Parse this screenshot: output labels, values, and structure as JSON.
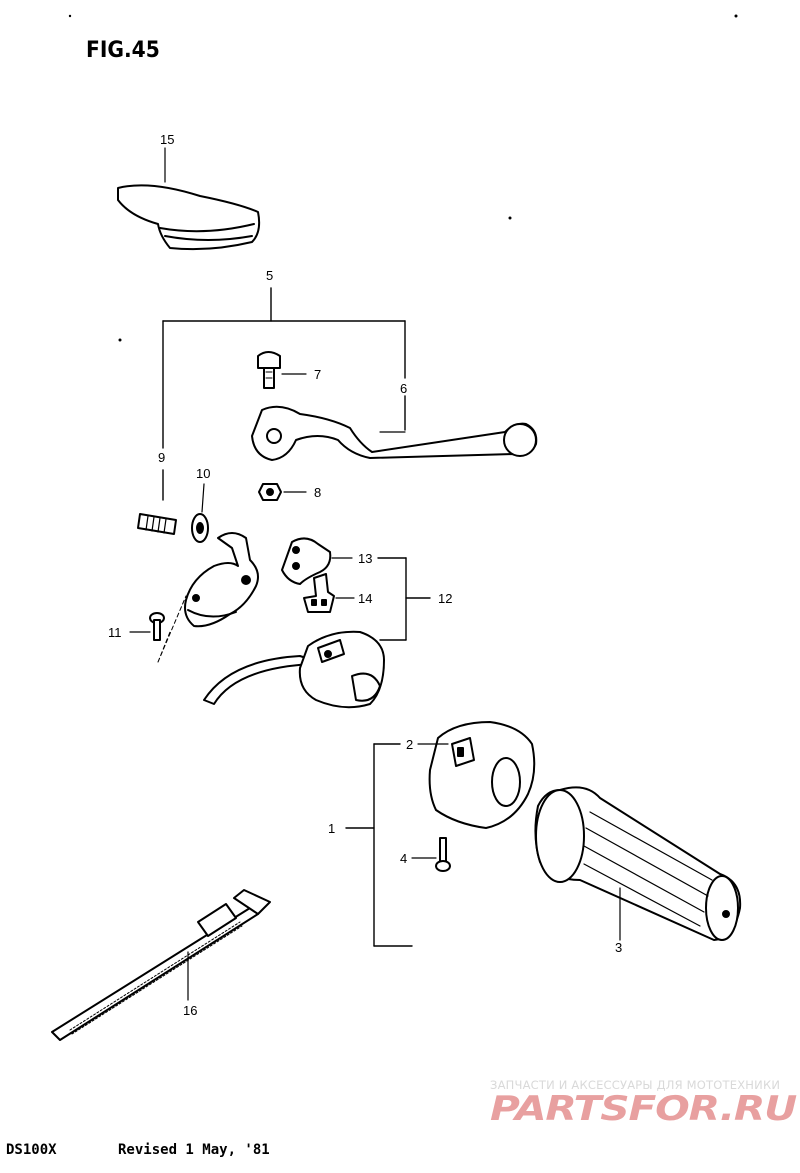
{
  "figure": {
    "title": "FIG.45"
  },
  "callouts": {
    "c1": "1",
    "c2": "2",
    "c3": "3",
    "c4": "4",
    "c5": "5",
    "c6": "6",
    "c7": "7",
    "c8": "8",
    "c9": "9",
    "c10": "10",
    "c11": "11",
    "c12": "12",
    "c13": "13",
    "c14": "14",
    "c15": "15",
    "c16": "16"
  },
  "footer": {
    "model": "DS100X",
    "revision": "Revised 1 May, '81"
  },
  "watermark": {
    "tagline": "ЗАПЧАСТИ И АКСЕССУАРЫ ДЛЯ МОТОТЕХНИКИ",
    "logo_text": "PARTSFOR.RU",
    "color": "#e8a0a0"
  }
}
